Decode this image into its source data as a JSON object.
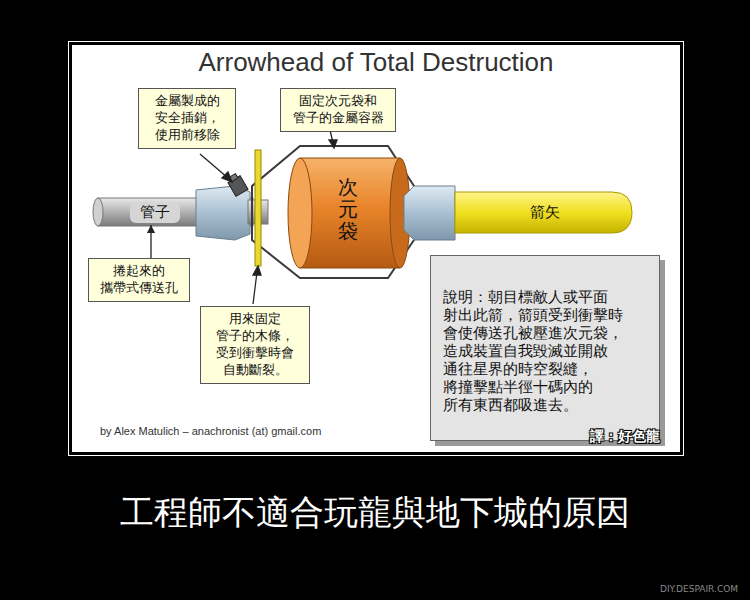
{
  "diagram": {
    "title": "Arrowhead of Total Destruction",
    "caption": "工程師不適合玩龍與地下城的原因",
    "nodes": [
      {
        "text": [
          "金屬製成的 安全插銷， 使用前移除"
        ]
      },
      {
        "text": [
          "固定次元袋和 管子的金屬容器"
        ]
      },
      {
        "text": [
          "管子"
        ]
      },
      {
        "text": [
          "次元袋"
        ]
      },
      {
        "text": [
          "箭矢"
        ]
      },
      {
        "text": [
          "捲起來的 攜帶式傳送孔"
        ]
      },
      {
        "text": [
          "用來固定 管子的木條， 受到衝擊時會 自動斷裂。"
        ]
      },
      {
        "text": [
          "說明：朝目標敵人或平面 射出此箭，箭頭受到衝擊時 會使傳送孔被壓進次元袋， 造成裝置自我毀滅並開啟 通往星界的時空裂縫， 將撞擊點半徑十碼內的 所有東西都吸進去。"
        ]
      }
    ],
    "edges": [
      {
        "from": 5,
        "to": 2,
        "arrow": "to"
      }
    ],
    "labels": [
      "by Alex Matulich – anachronist (at) gmail.com",
      "譯：好色龍",
      "DIY.DESPAIR.COM"
    ]
  }
}
